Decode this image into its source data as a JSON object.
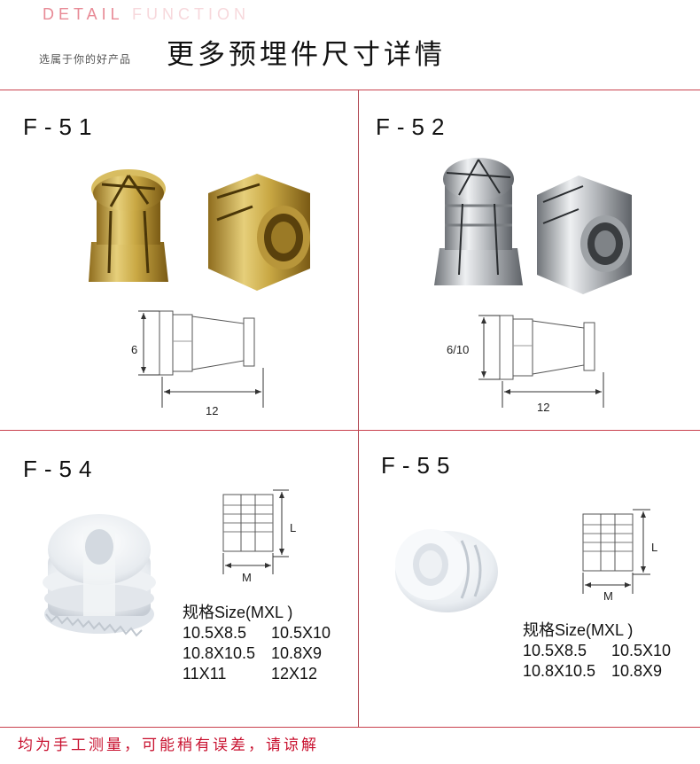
{
  "header": {
    "en_part1": "DETAIL",
    "en_part2": "FUNCTION",
    "subtitle": "选属于你的好产品",
    "title": "更多预埋件尺寸详情"
  },
  "products": [
    {
      "code": "F-51",
      "finish": "brass",
      "dim_height": "6",
      "dim_length": "12"
    },
    {
      "code": "F-52",
      "finish": "chrome",
      "dim_height": "6/10",
      "dim_length": "12"
    },
    {
      "code": "F-54",
      "finish": "plastic-white",
      "dim_L": "L",
      "dim_M": "M",
      "spec_title": "规格Size(MXL )",
      "spec_rows": [
        [
          "10.5X8.5",
          "10.5X10"
        ],
        [
          "10.8X10.5",
          "10.8X9"
        ],
        [
          "11X11",
          "12X12"
        ]
      ]
    },
    {
      "code": "F-55",
      "finish": "plastic-white",
      "dim_L": "L",
      "dim_M": "M",
      "spec_title": "规格Size(MXL )",
      "spec_rows": [
        [
          "10.5X8.5",
          "10.5X10"
        ],
        [
          "10.8X10.5",
          "10.8X9"
        ]
      ]
    }
  ],
  "footer": {
    "note": "均为手工测量，可能稍有误差，请谅解"
  },
  "colors": {
    "divider": "#c9414e",
    "footer_text": "#c8102e",
    "brass": "#c9a844",
    "chrome": "#b9bcc0"
  }
}
